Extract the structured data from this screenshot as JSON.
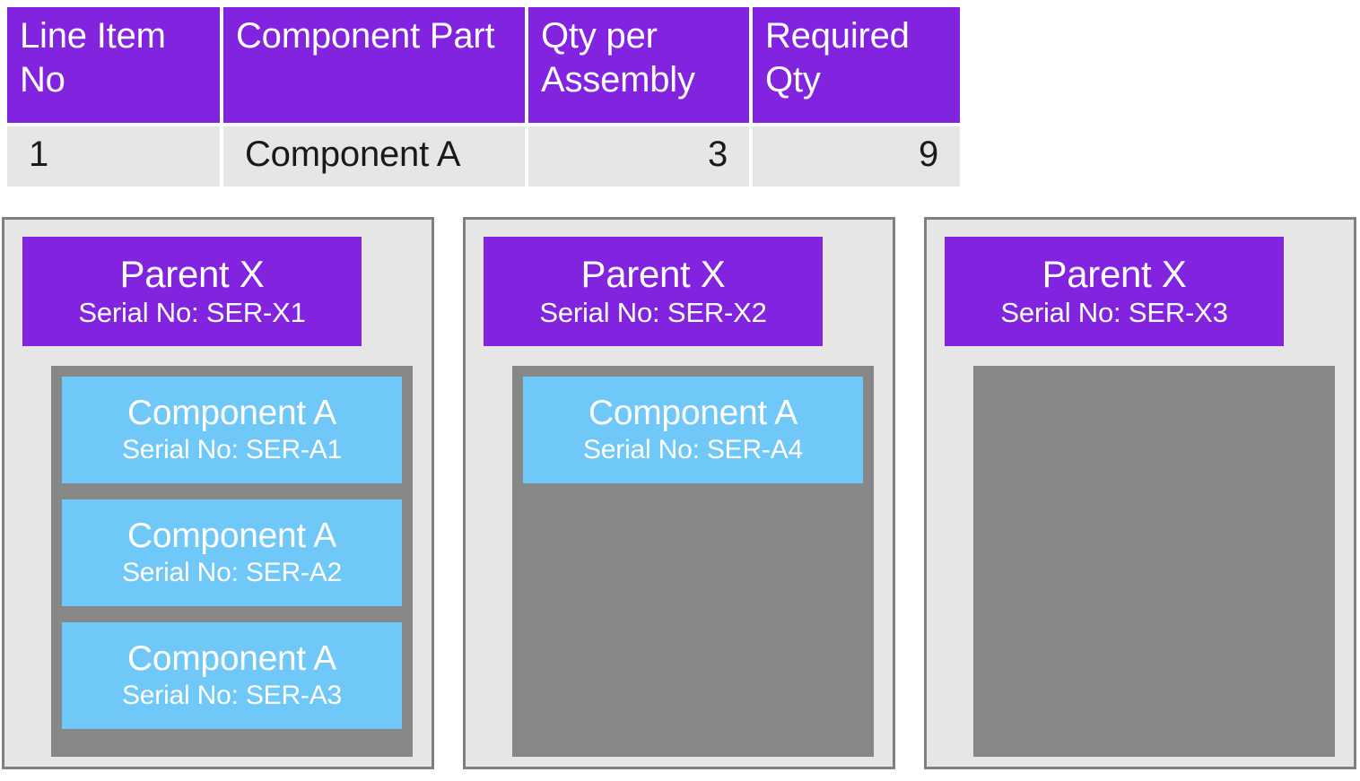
{
  "colors": {
    "header_purple": "#8223e0",
    "row_gray": "#e6e6e6",
    "card_bg": "#e6e6e6",
    "card_border": "#7f7f7f",
    "slot_gray": "#878787",
    "component_blue": "#6fc8f7",
    "text_dark": "#1a1a1a",
    "text_light": "#ffffff"
  },
  "bom_table": {
    "headers": [
      "Line Item No",
      "Component Part",
      "Qty per Assembly",
      "Required Qty"
    ],
    "rows": [
      {
        "line_item_no": "1",
        "component_part": "Component A",
        "qty_per_assembly": "3",
        "required_qty": "9"
      }
    ]
  },
  "cards": [
    {
      "parent_title": "Parent X",
      "parent_serial": "Serial No: SER-X1",
      "components": [
        {
          "title": "Component A",
          "serial": "Serial No: SER-A1"
        },
        {
          "title": "Component A",
          "serial": "Serial No: SER-A2"
        },
        {
          "title": "Component A",
          "serial": "Serial No: SER-A3"
        }
      ]
    },
    {
      "parent_title": "Parent X",
      "parent_serial": "Serial No: SER-X2",
      "components": [
        {
          "title": "Component A",
          "serial": "Serial No: SER-A4"
        }
      ]
    },
    {
      "parent_title": "Parent X",
      "parent_serial": "Serial No: SER-X3",
      "components": []
    }
  ]
}
